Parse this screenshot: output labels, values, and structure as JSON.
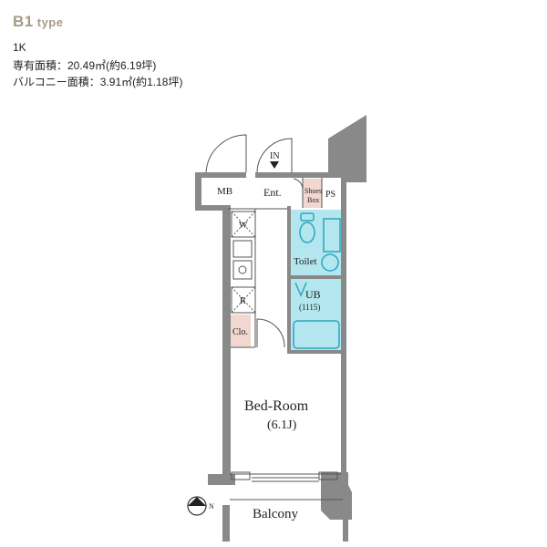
{
  "header": {
    "type_name": "B1",
    "type_suffix": "type",
    "layout": "1K",
    "exclusive_area": "専有面積：20.49㎡(約6.19坪)",
    "balcony_area": "バルコニー面積：3.91㎡(約1.18坪)"
  },
  "plan": {
    "rooms": {
      "mb": "MB",
      "ent": "Ent.",
      "in_mark": "IN",
      "shoes_box_1": "Shoes",
      "shoes_box_2": "Box",
      "ps": "PS",
      "washer": "W",
      "toilet": "Toilet",
      "ub": "UB",
      "ub_size": "(1115)",
      "fridge": "R",
      "closet": "Clo.",
      "bedroom": "Bed-Room",
      "bedroom_size": "(6.1J)",
      "balcony": "Balcony",
      "north": "N"
    },
    "colors": {
      "wall": "#898989",
      "water_area": "#b3e6ee",
      "water_line": "#2aa7bf",
      "closet_fill": "#f2d7d0",
      "door_line": "#555555"
    }
  }
}
